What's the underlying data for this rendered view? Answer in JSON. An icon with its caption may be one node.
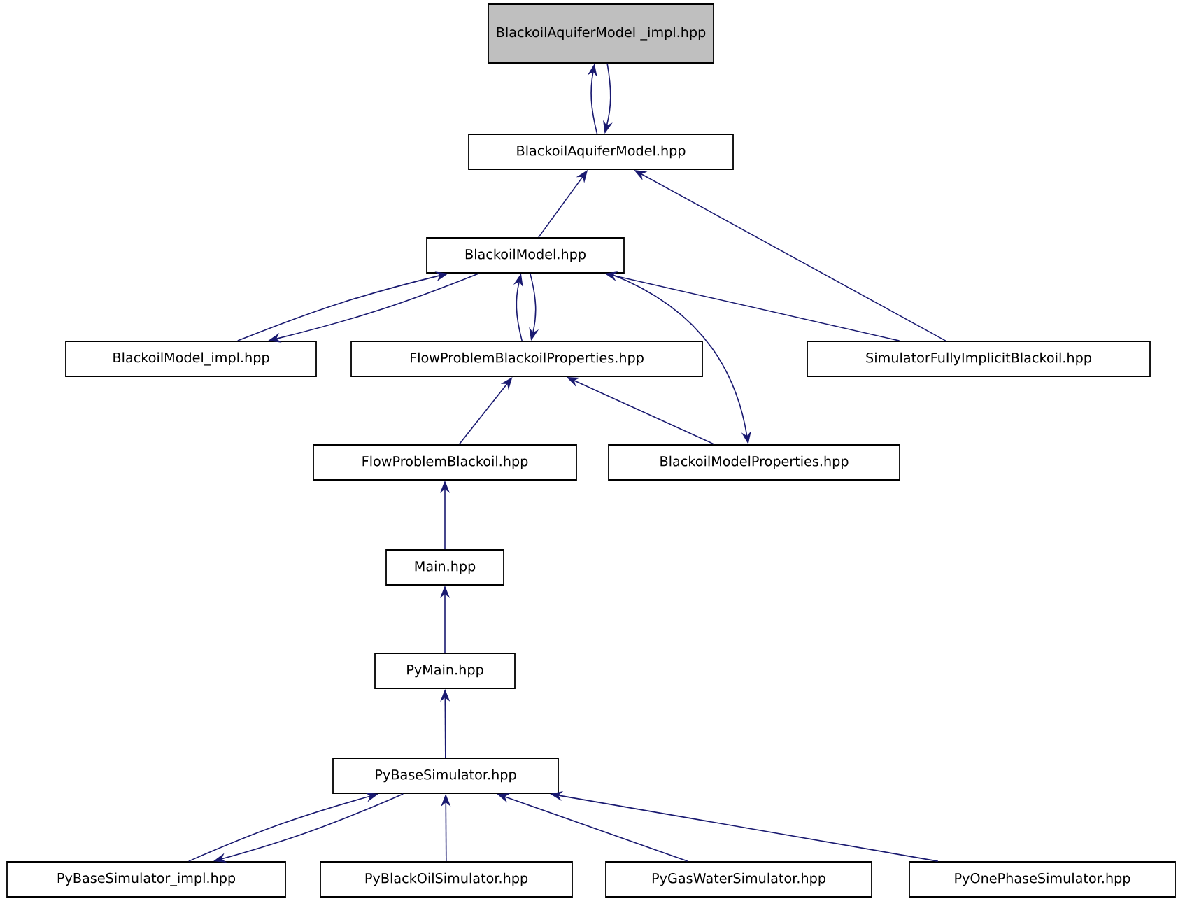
{
  "diagram": {
    "nodes": [
      {
        "text": [
          "BlackoilAquiferModel _impl.hpp"
        ]
      },
      {
        "text": [
          "BlackoilAquiferModel.hpp"
        ]
      },
      {
        "text": [
          "BlackoilModel.hpp"
        ]
      },
      {
        "text": [
          "BlackoilModel_impl.hpp"
        ]
      },
      {
        "text": [
          "FlowProblemBlackoilProperties.hpp"
        ]
      },
      {
        "text": [
          "SimulatorFullyImplicitBlackoil.hpp"
        ]
      },
      {
        "text": [
          "FlowProblemBlackoil.hpp"
        ]
      },
      {
        "text": [
          "BlackoilModelProperties.hpp"
        ]
      },
      {
        "text": [
          "Main.hpp"
        ]
      },
      {
        "text": [
          "PyMain.hpp"
        ]
      },
      {
        "text": [
          "PyBaseSimulator.hpp"
        ]
      },
      {
        "text": [
          "PyBaseSimulator_impl.hpp"
        ]
      },
      {
        "text": [
          "PyBlackOilSimulator.hpp"
        ]
      },
      {
        "text": [
          "PyGasWaterSimulator.hpp"
        ]
      },
      {
        "text": [
          "PyOnePhaseSimulator.hpp"
        ]
      }
    ],
    "edges": [
      {
        "from": 1,
        "to": 0,
        "arrow": "to"
      },
      {
        "from": 0,
        "to": 1,
        "arrow": "to"
      },
      {
        "from": 2,
        "to": 1,
        "arrow": "to"
      },
      {
        "from": 5,
        "to": 1,
        "arrow": "to"
      },
      {
        "from": 3,
        "to": 2,
        "arrow": "to"
      },
      {
        "from": 2,
        "to": 3,
        "arrow": "to"
      },
      {
        "from": 4,
        "to": 2,
        "arrow": "to"
      },
      {
        "from": 2,
        "to": 4,
        "arrow": "to"
      },
      {
        "from": 5,
        "to": 2,
        "arrow": "to"
      },
      {
        "from": 2,
        "to": 7,
        "arrow": "to"
      },
      {
        "from": 6,
        "to": 4,
        "arrow": "to"
      },
      {
        "from": 7,
        "to": 4,
        "arrow": "to"
      },
      {
        "from": 8,
        "to": 6,
        "arrow": "to"
      },
      {
        "from": 9,
        "to": 8,
        "arrow": "to"
      },
      {
        "from": 10,
        "to": 9,
        "arrow": "to"
      },
      {
        "from": 11,
        "to": 10,
        "arrow": "to"
      },
      {
        "from": 10,
        "to": 11,
        "arrow": "to"
      },
      {
        "from": 12,
        "to": 10,
        "arrow": "to"
      },
      {
        "from": 13,
        "to": 10,
        "arrow": "to"
      },
      {
        "from": 14,
        "to": 10,
        "arrow": "to"
      }
    ]
  }
}
